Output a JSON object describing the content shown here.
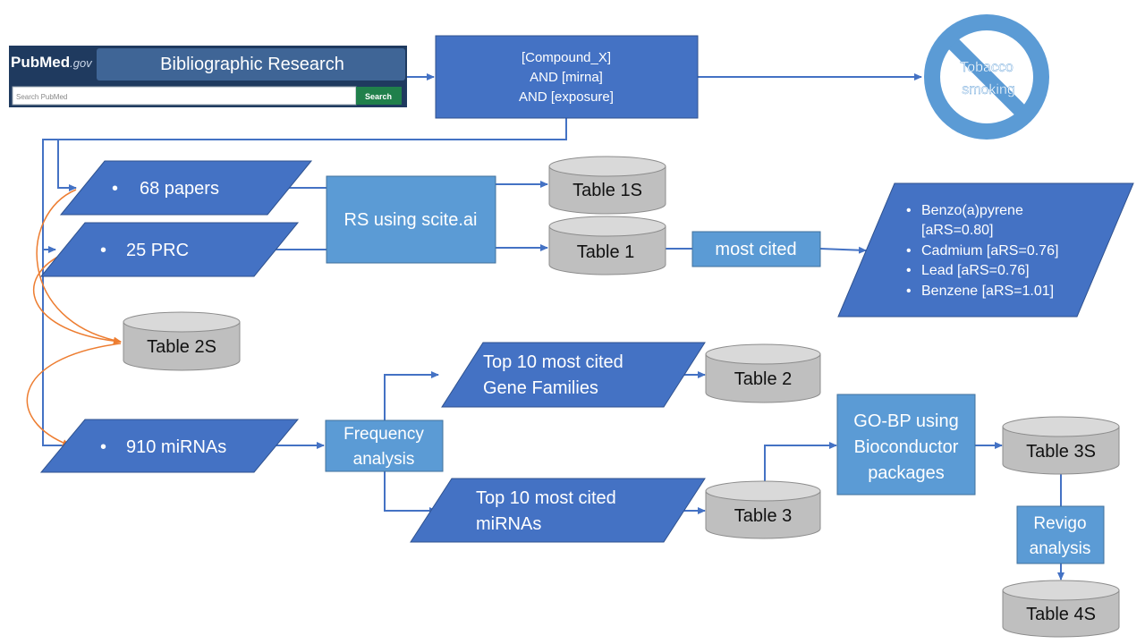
{
  "colors": {
    "dark_blue": "#4472C4",
    "light_blue": "#5B9BD5",
    "cylinder_gray": "#BFBFBF",
    "cylinder_top": "#D9D9D9",
    "pubmed_dark": "#1F3A5F",
    "pubmed_green": "#20804B",
    "curve_orange": "#ED7D31"
  },
  "pubmed": {
    "logo_text_1": "Pub",
    "logo_text_2": "Med",
    "logo_suffix": ".gov",
    "title": "Bibliographic Research",
    "search_placeholder": "Search PubMed",
    "search_button": "Search"
  },
  "query": {
    "line1": "[Compound_X]",
    "line2": "AND [mirna]",
    "line3": "AND [exposure]"
  },
  "no_smoking": {
    "line1": "Tobacco",
    "line2": "smoking",
    "icon": "no-smoking-sign"
  },
  "inputs": {
    "papers": "68 papers",
    "prc": "25 PRC",
    "mirnas": "910 miRNAs",
    "bullet": "•"
  },
  "process": {
    "rs": "RS using scite.ai",
    "most_cited": "most cited",
    "frequency_line1": "Frequency",
    "frequency_line2": "analysis",
    "gobp_line1": "GO-BP using",
    "gobp_line2": "Bioconductor",
    "gobp_line3": "packages",
    "revigo_line1": "Revigo",
    "revigo_line2": "analysis"
  },
  "outputs": {
    "top_gene_line1": "Top 10 most cited",
    "top_gene_line2": "Gene Families",
    "top_mirna_line1": "Top 10 most cited",
    "top_mirna_line2": "miRNAs"
  },
  "compounds": {
    "item1_line1": "Benzo(a)pyrene",
    "item1_line2": "[aRS=0.80]",
    "item2": "Cadmium [aRS=0.76]",
    "item3": "Lead [aRS=0.76]",
    "item4": "Benzene [aRS=1.01]"
  },
  "tables": {
    "t1s": "Table 1S",
    "t1": "Table 1",
    "t2s": "Table 2S",
    "t2": "Table 2",
    "t3": "Table 3",
    "t3s": "Table 3S",
    "t4s": "Table 4S"
  }
}
